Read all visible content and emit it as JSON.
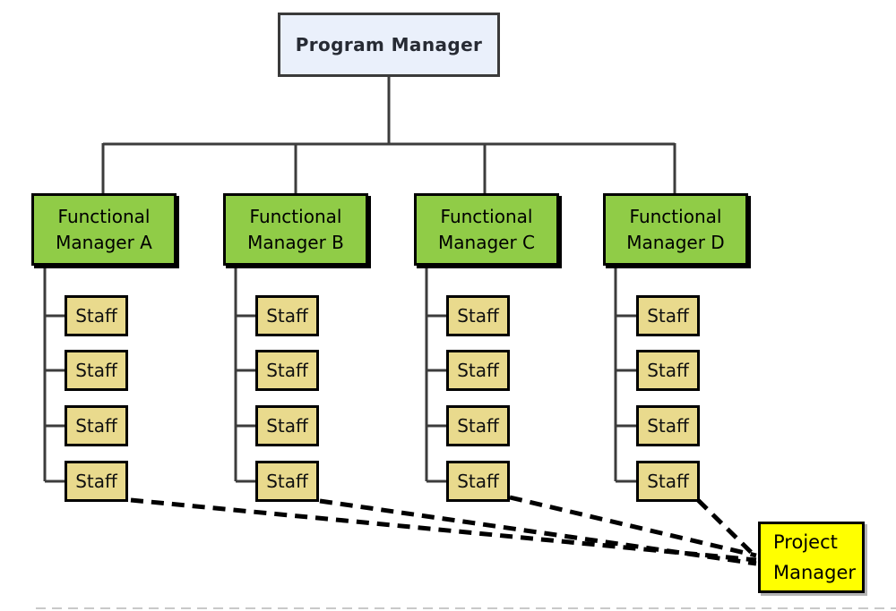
{
  "diagram": {
    "type": "org-chart",
    "program_manager": {
      "label": "Program Manager"
    },
    "columns": [
      {
        "manager_line1": "Functional",
        "manager_line2": "Manager A",
        "staff": [
          "Staff",
          "Staff",
          "Staff",
          "Staff"
        ]
      },
      {
        "manager_line1": "Functional",
        "manager_line2": "Manager B",
        "staff": [
          "Staff",
          "Staff",
          "Staff",
          "Staff"
        ]
      },
      {
        "manager_line1": "Functional",
        "manager_line2": "Manager C",
        "staff": [
          "Staff",
          "Staff",
          "Staff",
          "Staff"
        ]
      },
      {
        "manager_line1": "Functional",
        "manager_line2": "Manager D",
        "staff": [
          "Staff",
          "Staff",
          "Staff",
          "Staff"
        ]
      }
    ],
    "project_manager": {
      "line1": "Project",
      "line2": "Manager"
    },
    "relationships": {
      "solid_lines": "Program Manager supervises Functional Managers A-D; each Functional Manager supervises 4 Staff",
      "dashed_lines": "Bottom Staff member of each functional column is linked by dashed line to Project Manager"
    },
    "colors": {
      "program_manager_fill": "#EAF0FB",
      "program_manager_border": "#3A3A3A",
      "functional_manager_fill": "#90CC47",
      "staff_fill": "#E9DA8D",
      "project_manager_fill": "#FFFF00",
      "box_border": "#000000",
      "connector_line": "#3C3C3C",
      "dashed_link": "#000000",
      "page_edge_dashes": "#C9C9C9"
    }
  }
}
